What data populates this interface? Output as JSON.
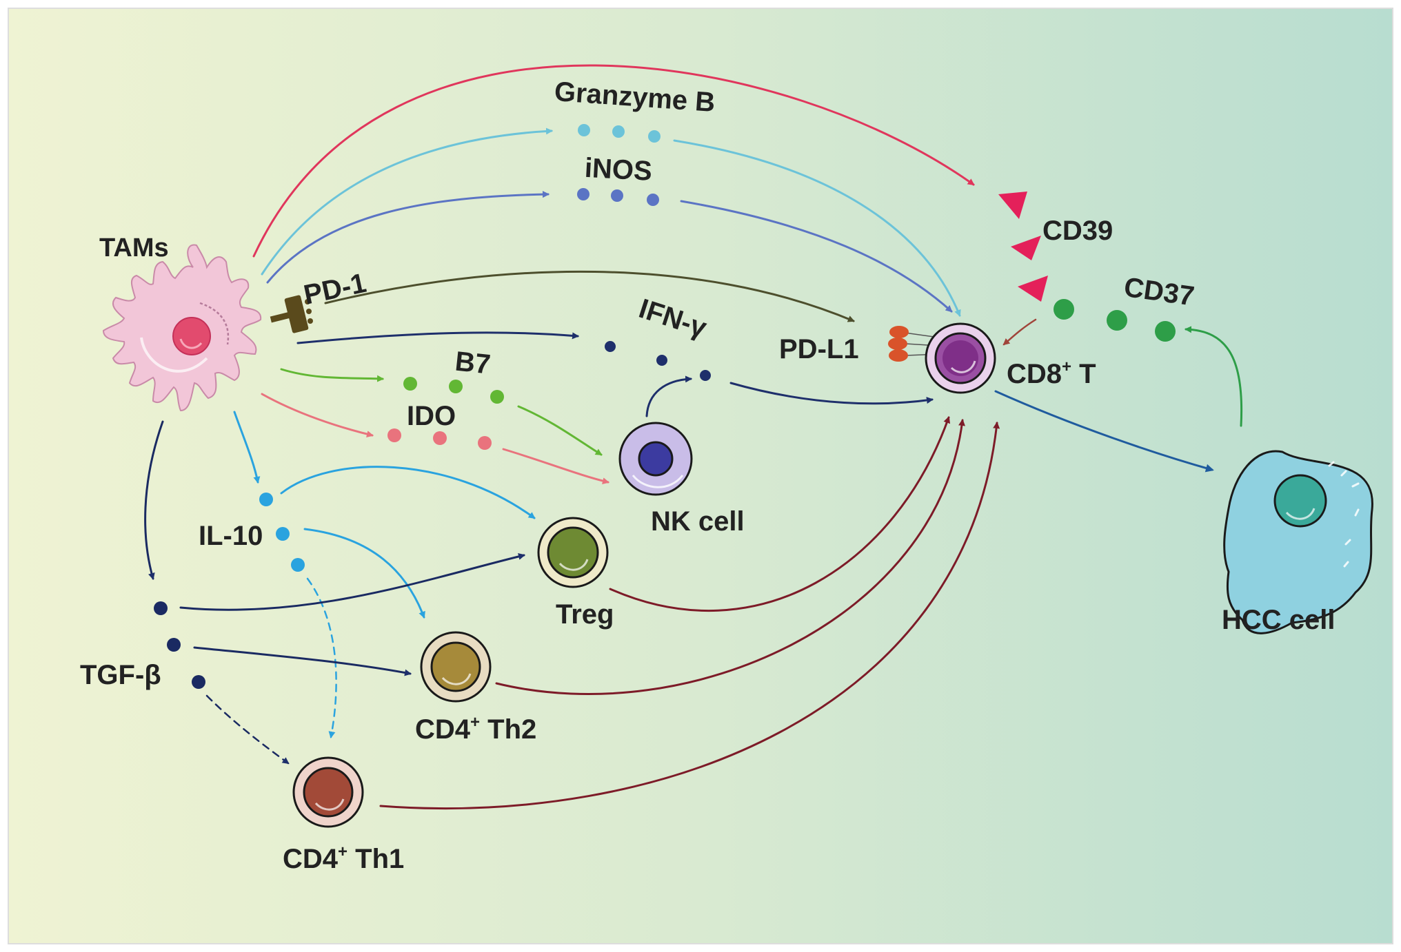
{
  "colors": {
    "bg_left": "#eff3d3",
    "bg_right": "#b8ddd0",
    "granzyme": "#6cc3d9",
    "inos": "#5b74c4",
    "ifn": "#1e2f6b",
    "b7": "#62b734",
    "ido": "#e9737d",
    "il10": "#2aa3df",
    "tgf": "#1a2a62",
    "cd39": "#e4205a",
    "cd37": "#2e9e48",
    "pd1_arrow": "#4d4f2d",
    "red_arrow": "#e0365c",
    "maroon_arrow": "#7d1b28",
    "hcc_arrow": "#1f5b9e"
  },
  "cells": {
    "tams": "TAMs",
    "cd8": "CD8",
    "cd8_sup": "+",
    "cd8_suffix": " T",
    "nk": "NK cell",
    "treg": "Treg",
    "th2_prefix": "CD4",
    "th2_sup": "+",
    "th2_suffix": " Th2",
    "th1_prefix": "CD4",
    "th1_sup": "+",
    "th1_suffix": " Th1",
    "hcc": "HCC cell"
  },
  "molecules": {
    "granzyme": "Granzyme B",
    "inos": "iNOS",
    "pd1": "PD-1",
    "pdl1": "PD-L1",
    "ifn": "IFN-γ",
    "b7": "B7",
    "ido": "IDO",
    "il10": "IL-10",
    "tgf": "TGF-β",
    "cd39": "CD39",
    "cd37": "CD37"
  }
}
